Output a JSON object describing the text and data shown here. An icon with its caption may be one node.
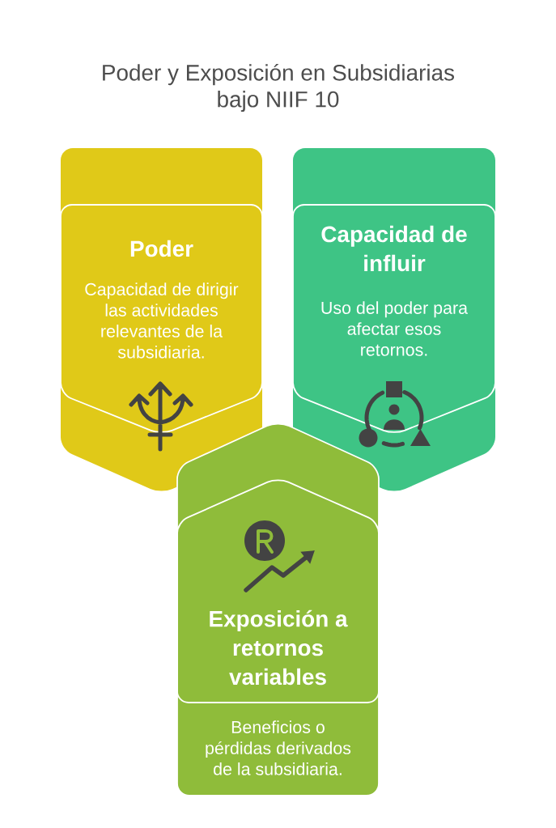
{
  "diagram": {
    "title": "Poder y Exposición en Subsidiarias bajo NIIF 10",
    "nodes": [
      {
        "text": [
          "Poder",
          "Capacidad de dirigir las actividades relevantes de la subsidiaria."
        ]
      },
      {
        "text": [
          "Capacidad de influir",
          "Uso del poder para afectar esos retornos."
        ]
      },
      {
        "text": [
          "Exposición a retornos variables",
          "Beneficios o pérdidas derivados de la subsidiaria."
        ]
      }
    ]
  }
}
